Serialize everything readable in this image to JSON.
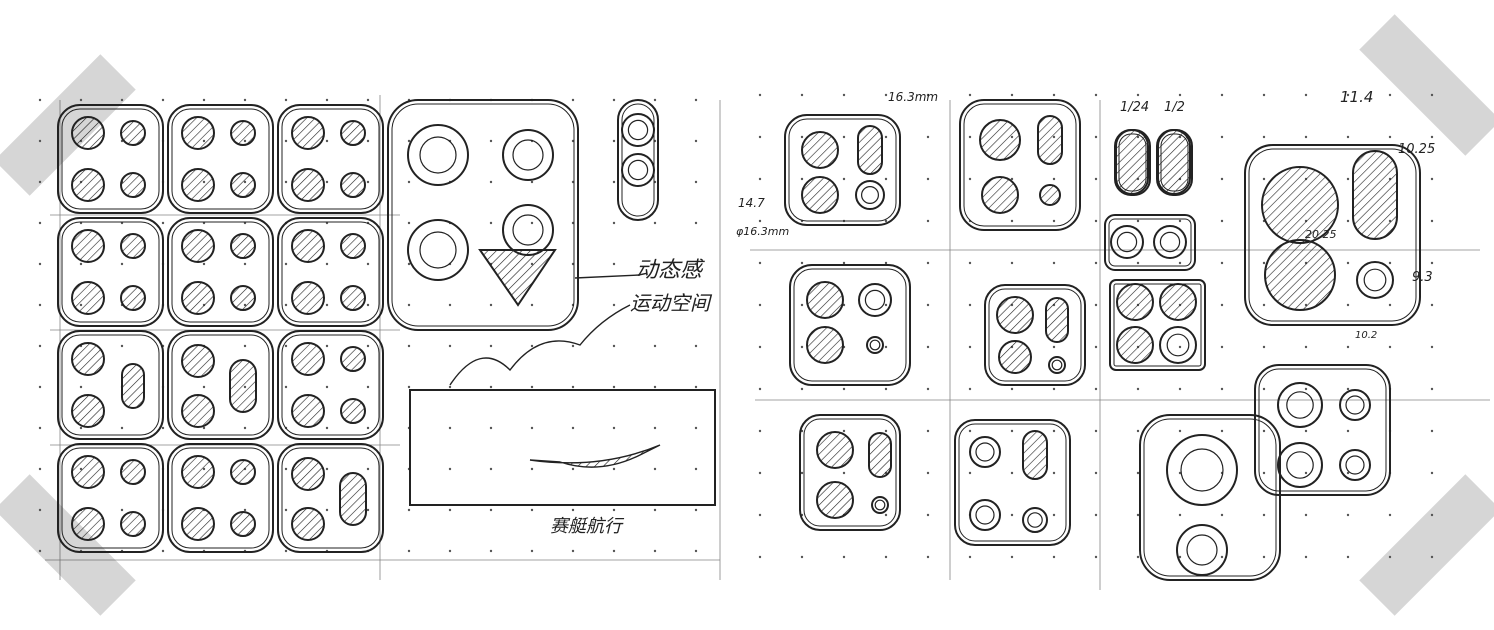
{
  "left_sketch": {
    "annotations": {
      "dynamic": "动态感",
      "motion_space": "运动空间",
      "boat": "赛艇航行"
    }
  },
  "right_sketch": {
    "dimensions": {
      "lens_top": "16.3mm",
      "side": "14.7",
      "diameter": "φ16.3mm",
      "ratio_a": "1/24",
      "ratio_b": "1/2",
      "big_top": "11.4",
      "big_right": "10.25",
      "big_center": "20.25",
      "big_flash": "9.3",
      "big_bottom": "10.2"
    }
  },
  "colors": {
    "ink": "#222222",
    "tape": "#cfcfcf",
    "paper": "#ffffff",
    "dot": "#555555"
  }
}
